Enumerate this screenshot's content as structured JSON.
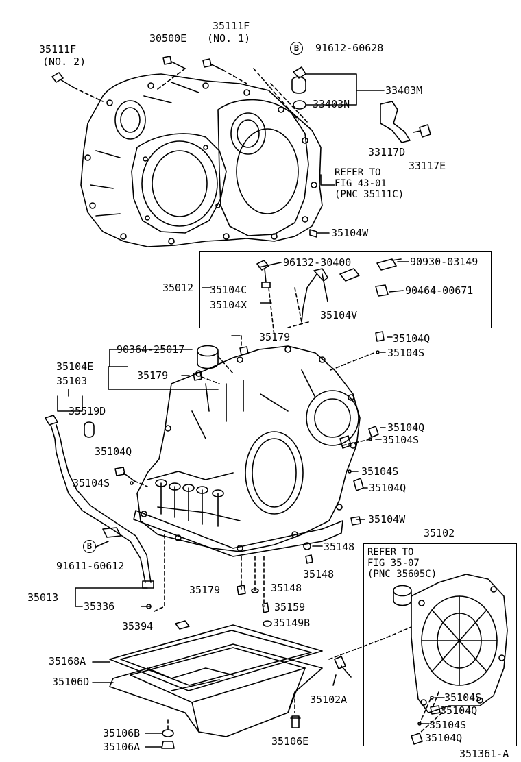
{
  "labels": {
    "p35111f_no2": "35111F",
    "p35111f_no2_note": "(NO. 2)",
    "p30500e": "30500E",
    "p35111f_no1": "35111F",
    "p35111f_no1_note": "(NO. 1)",
    "p91612": "91612-60628",
    "p33403m": "33403M",
    "p33403n": "33403N",
    "p33117d": "33117D",
    "p33117e": "33117E",
    "refer1_a": "REFER TO",
    "refer1_b": "FIG 43-01",
    "refer1_c": "(PNC 35111C)",
    "p35104w_top": "35104W",
    "p35012": "35012",
    "p96132": "96132-30400",
    "p90930": "90930-03149",
    "p35104c": "35104C",
    "p35104x": "35104X",
    "p90464": "90464-00671",
    "p35104v": "35104V",
    "p35179_a": "35179",
    "p35104q_a": "35104Q",
    "p35104s_a": "35104S",
    "p35104e": "35104E",
    "p90364": "90364-25017",
    "p35179_b": "35179",
    "p35103": "35103",
    "p35519d": "35519D",
    "p35104q_b": "35104Q",
    "p35104s_b": "35104S",
    "p35104q_left": "35104Q",
    "p35104s_left": "35104S",
    "p35104s_c": "35104S",
    "p35104q_c": "35104Q",
    "p35104w_mid": "35104W",
    "p35102": "35102",
    "refer2_a": "REFER TO",
    "refer2_b": "FIG 35-07",
    "refer2_c": "(PNC 35605C)",
    "p35148_a": "35148",
    "p35148_b": "35148",
    "p91611": "91611-60612",
    "p35179_c": "35179",
    "p35148_c": "35148",
    "p35013": "35013",
    "p35336": "35336",
    "p35159": "35159",
    "p35394": "35394",
    "p35149b": "35149B",
    "p35168a": "35168A",
    "p35106d": "35106D",
    "p35102a": "35102A",
    "p35104s_r1": "35104S",
    "p35104q_r1": "35104Q",
    "p35104s_r2": "35104S",
    "p35104q_r2": "35104Q",
    "p35106b": "35106B",
    "p35106a": "35106A",
    "p35106e": "35106E",
    "figure_id": "351361-A",
    "circle_b1": "B",
    "circle_b2": "B"
  }
}
